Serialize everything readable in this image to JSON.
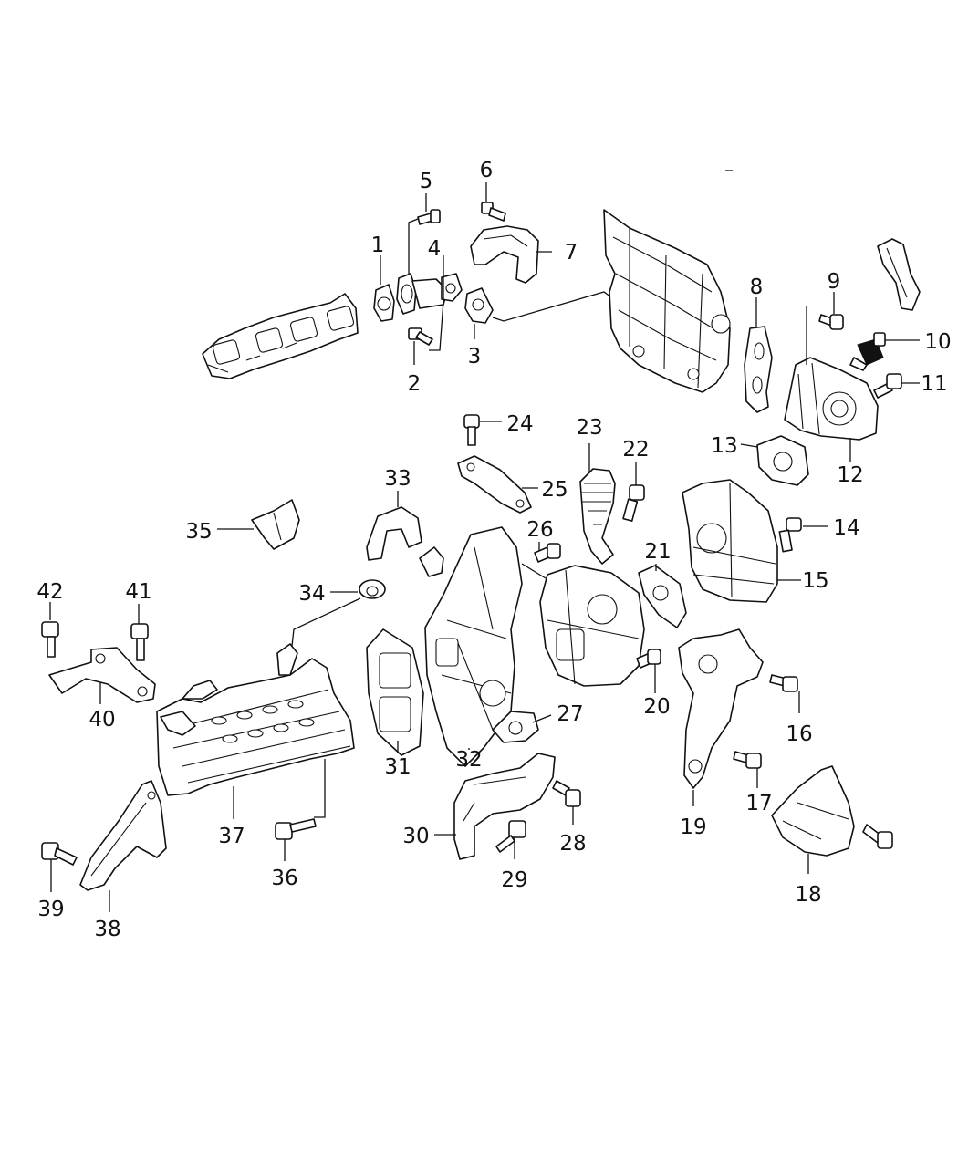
{
  "callouts": [
    "1",
    "2",
    "3",
    "4",
    "5",
    "6",
    "7",
    "8",
    "9",
    "10",
    "11",
    "12",
    "13",
    "14",
    "15",
    "16",
    "17",
    "18",
    "19",
    "20",
    "21",
    "22",
    "23",
    "24",
    "25",
    "26",
    "27",
    "28",
    "29",
    "30",
    "31",
    "32",
    "33",
    "34",
    "35",
    "36",
    "37",
    "38",
    "39",
    "40",
    "41",
    "42"
  ]
}
